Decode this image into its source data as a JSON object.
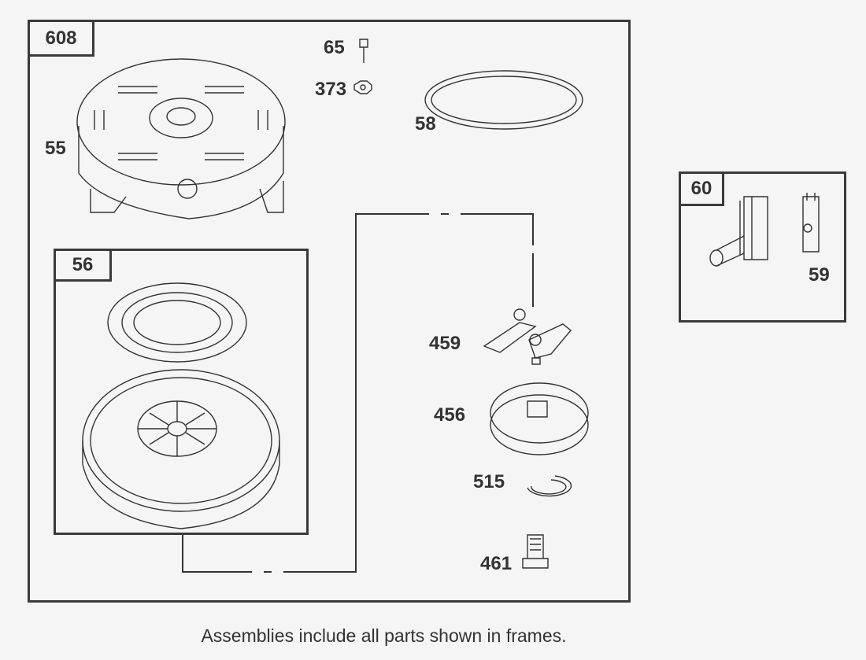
{
  "frames": {
    "main": "608",
    "pulley": "56",
    "handle": "60"
  },
  "parts": {
    "housing": "55",
    "screw": "65",
    "nut": "373",
    "rope": "58",
    "pawl": "459",
    "retainer": "456",
    "ring": "515",
    "bolt": "461",
    "insert": "59"
  },
  "caption": "Assemblies include all parts shown in frames."
}
